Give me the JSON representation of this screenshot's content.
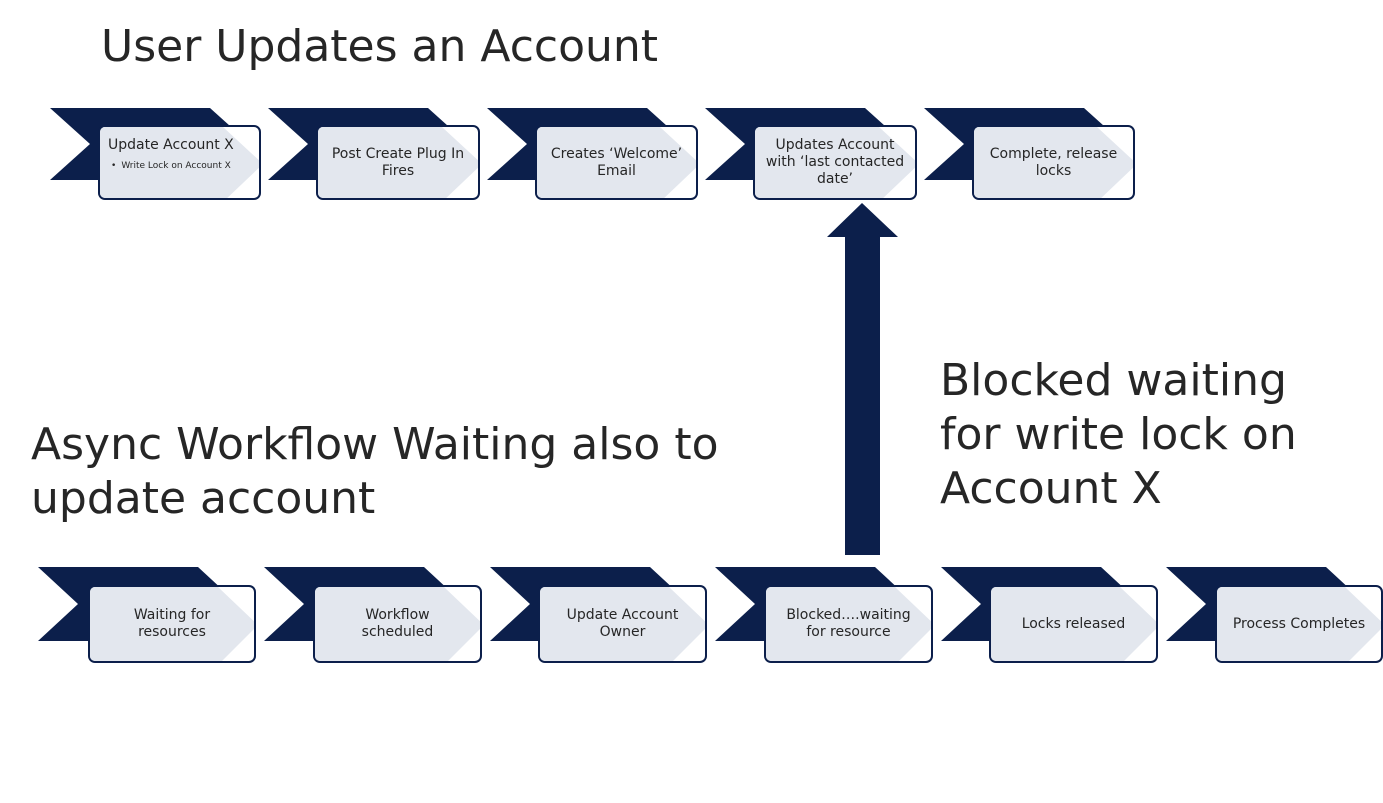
{
  "titles": {
    "top": "User Updates an Account",
    "bottom_line1": "Async Workflow Waiting also to",
    "bottom_line2": "update account",
    "side_line1": "Blocked waiting",
    "side_line2": "for write lock on",
    "side_line3": "Account X"
  },
  "top_flow": [
    {
      "line1": "Update Account X",
      "sub": "Write  Lock on Account X"
    },
    {
      "line1": "Post Create Plug In",
      "line2": "Fires"
    },
    {
      "line1": "Creates ‘Welcome’",
      "line2": "Email"
    },
    {
      "line1": "Updates Account",
      "line2": "with ‘last contacted",
      "line3": "date’"
    },
    {
      "line1": "Complete, release",
      "line2": "locks"
    }
  ],
  "bottom_flow": [
    {
      "line1": "Waiting for",
      "line2": "resources"
    },
    {
      "line1": "Workflow",
      "line2": "scheduled"
    },
    {
      "line1": "Update Account",
      "line2": "Owner"
    },
    {
      "line1": "Blocked….waiting",
      "line2": "for resource"
    },
    {
      "line1": "Locks released"
    },
    {
      "line1": "Process Completes"
    }
  ],
  "colors": {
    "navy": "#0c1f4b",
    "box_border": "#0c1f4b",
    "inner_chevron": "#e3e7ee",
    "text": "#262626"
  }
}
